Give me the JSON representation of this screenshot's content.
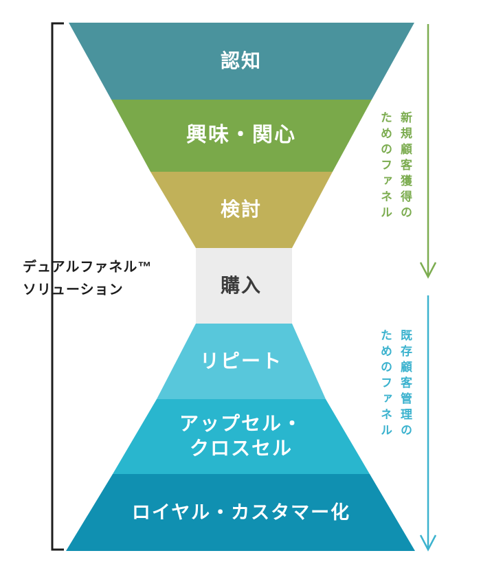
{
  "diagram": {
    "title": {
      "line1": "デュアルファネル™",
      "line2": "ソリューション"
    },
    "top_funnel": {
      "side_label": "新規顧客獲得の\nためのファネル",
      "accent_color": "#7CAC50",
      "stages": [
        {
          "label": "認知",
          "color": "#4A939D"
        },
        {
          "label": "興味・関心",
          "color": "#7AA94A"
        },
        {
          "label": "検討",
          "color": "#C1B159"
        }
      ]
    },
    "purchase_stage": {
      "label": "購入",
      "color": "#ECECEC",
      "text_color": "#3B3B3B"
    },
    "bottom_funnel": {
      "side_label": "既存顧客管理の\nためのファネル",
      "accent_color": "#3BB2CE",
      "stages": [
        {
          "label": "リピート",
          "color": "#58C7DB"
        },
        {
          "label": "アップセル・\nクロスセル",
          "color": "#29B6CE"
        },
        {
          "label": "ロイヤル・カスタマー化",
          "color": "#1090B1"
        }
      ]
    },
    "stage_text_color": "#FFFFFF",
    "bracket_color": "#1C1C1C"
  }
}
